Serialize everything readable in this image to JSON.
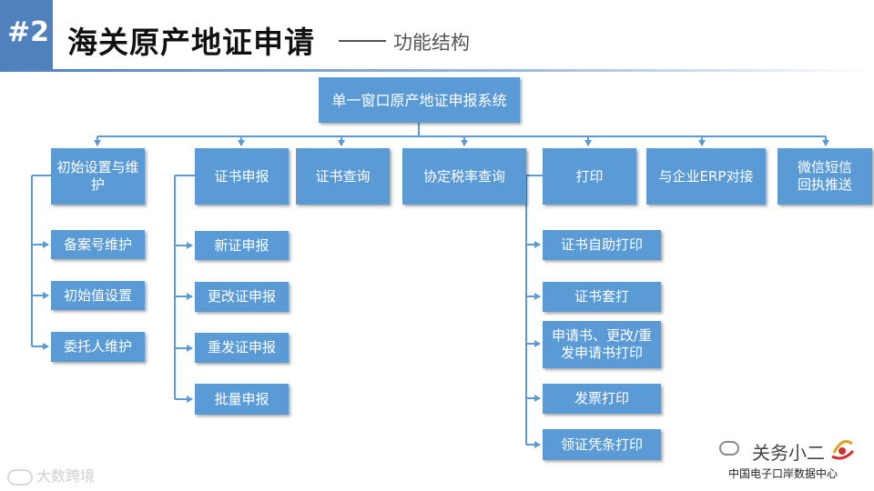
{
  "header": {
    "badge": "#2",
    "title": "海关原产地证申请",
    "subtitle": "功能结构"
  },
  "diagram": {
    "root": "单一窗口原产地证申报系统",
    "modules": [
      {
        "label": "初始设置与维护",
        "children": [
          "备案号维护",
          "初始值设置",
          "委托人维护"
        ]
      },
      {
        "label": "证书申报",
        "children": [
          "新证申报",
          "更改证申报",
          "重发证申报",
          "批量申报"
        ]
      },
      {
        "label": "证书查询",
        "children": []
      },
      {
        "label": "协定税率查询",
        "children": []
      },
      {
        "label": "打印",
        "children": [
          "证书自助打印",
          "证书套打",
          "申请书、更改/重发申请书打印",
          "发票打印",
          "领证凭条打印"
        ]
      },
      {
        "label": "与企业ERP对接",
        "children": []
      },
      {
        "label": "微信短信回执推送",
        "children": []
      }
    ]
  },
  "watermarks": {
    "left": "大数跨境",
    "right_name": "关务小二",
    "right_org": "中国电子口岸数据中心"
  },
  "colors": {
    "box_fill": "#5b9bd5",
    "badge": "#4f81bd",
    "connector": "#5b9bd5"
  }
}
